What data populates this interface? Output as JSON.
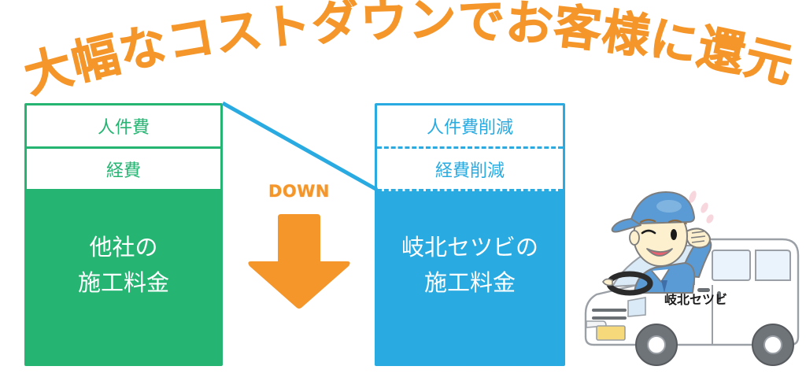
{
  "headline": {
    "text": "大幅なコストダウンでお客様に還元",
    "color": "#f4962a"
  },
  "comparison": {
    "other_company": {
      "accent_color": "#26b473",
      "cost_items": [
        {
          "label": "人件費"
        },
        {
          "label": "経費"
        }
      ],
      "body_lines": [
        "他社の",
        "施工料金"
      ]
    },
    "our_company": {
      "accent_color": "#29abe2",
      "cost_items": [
        {
          "label": "人件費削減"
        },
        {
          "label": "経費削減"
        }
      ],
      "body_lines": [
        "岐北セツビの",
        "施工料金"
      ]
    }
  },
  "arrow": {
    "label": "DOWN",
    "color": "#f4962a"
  },
  "connector": {
    "color": "#29abe2"
  },
  "van": {
    "company_name": "岐北セツビ",
    "body_color": "#ffffff",
    "uniform_color": "#5b9bd5",
    "cap_color": "#5b9bd5",
    "plate_color": "#f5d97a"
  }
}
